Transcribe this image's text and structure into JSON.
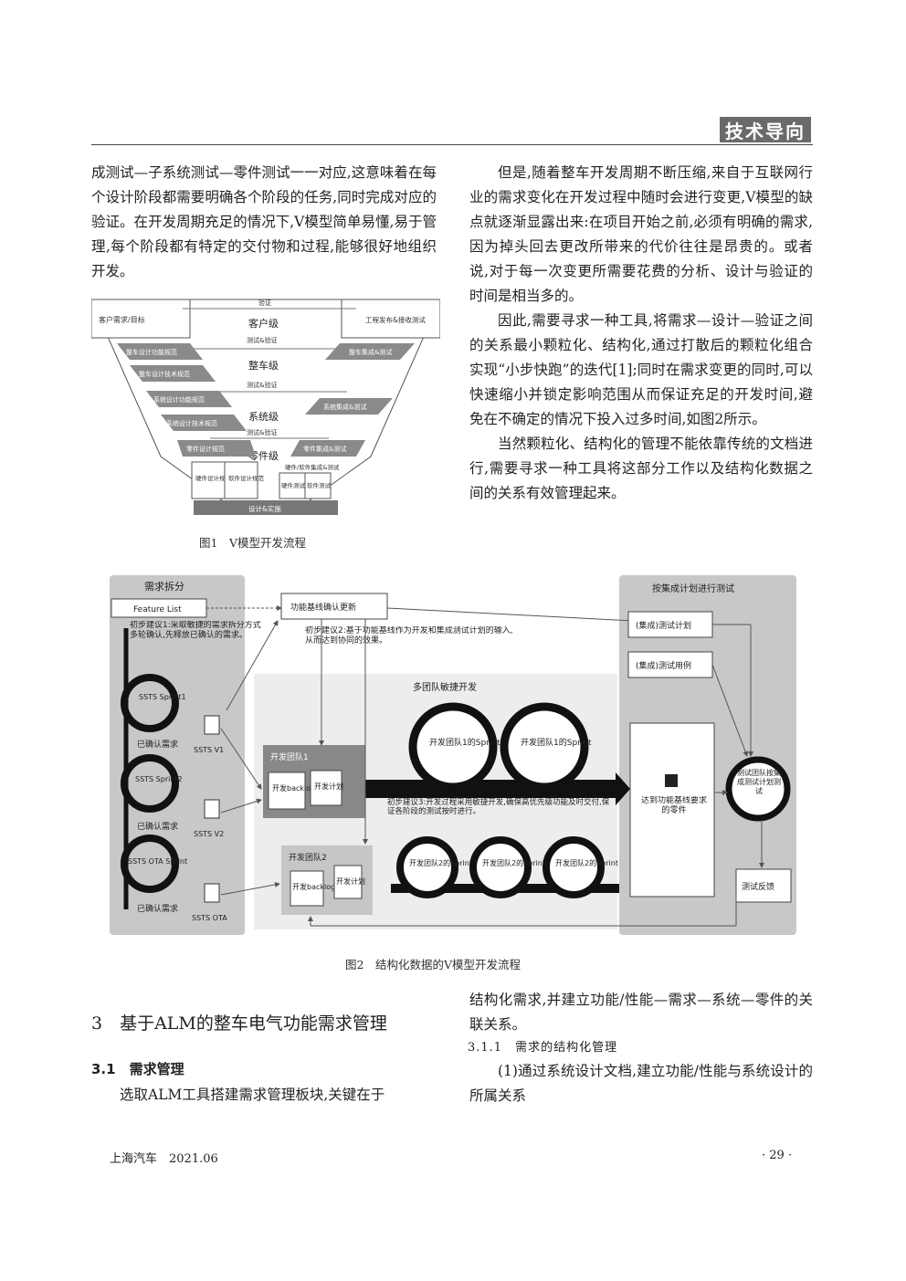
{
  "header": {
    "tag": "技术导向"
  },
  "left_text": [
    "成测试—子系统测试—零件测试一一对应,这意味着在每个设计阶段都需要明确各个阶段的任务,同时完成对应的验证。在开发周期充足的情况下,V模型简单易懂,易于管理,每个阶段都有特定的交付物和过程,能够很好地组织开发。"
  ],
  "right_text": [
    "但是,随着整车开发周期不断压缩,来自于互联网行业的需求变化在开发过程中随时会进行变更,V模型的缺点就逐渐显露出来:在项目开始之前,必须有明确的需求,因为掉头回去更改所带来的代价往往是昂贵的。或者说,对于每一次变更所需要花费的分析、设计与验证的时间是相当多的。",
    "因此,需要寻求一种工具,将需求—设计—验证之间的关系最小颗粒化、结构化,通过打散后的颗粒化组合实现“小步快跑”的迭代[1];同时在需求变更的同时,可以快速缩小并锁定影响范围从而保证充足的开发时间,避免在不确定的情况下投入过多时间,如图2所示。",
    "当然颗粒化、结构化的管理不能依靠传统的文档进行,需要寻求一种工具将这部分工作以及结构化数据之间的关系有效管理起来。"
  ],
  "fig1": {
    "caption": "图1　V模型开发流程",
    "top_label": "验证",
    "left_top": "客户需求/目标",
    "right_top": "工程发布&接收测试",
    "levels": [
      "客户级",
      "整车级",
      "系统级",
      "零件级"
    ],
    "test_labels": [
      "测试&验证",
      "测试&验证",
      "测试&验证",
      "测试&验证"
    ],
    "left_steps": [
      "整车设计功能规范",
      "整车设计技术规范",
      "系统设计功能规范",
      "系统设计技术规范",
      "零件设计规范"
    ],
    "right_steps": [
      "整车集成&测试",
      "系统集成&测试",
      "零件集成&测试",
      "硬件/软件集成&测试"
    ],
    "hw_design": "硬件设计规范",
    "sw_design": "软件设计规范",
    "hw_test": "硬件测试",
    "sw_test": "软件测试",
    "bottom": "设计&实施"
  },
  "fig2": {
    "caption": "图2　结构化数据的V模型开发流程",
    "req_title": "需求拆分",
    "feature_list": "Feature List",
    "note1": "初步建议1:采取敏捷的需求拆分方式多轮确认,先释放已确认的需求。",
    "sprints": [
      "SSTS Sprint1",
      "SSTS Sprint2",
      "SSTS OTA Sprint"
    ],
    "confirmed": [
      "已确认需求",
      "已确认需求",
      "已确认需求"
    ],
    "docs": [
      "SSTS V1",
      "SSTS V2",
      "SSTS OTA"
    ],
    "func_baseline": "功能基线确认更新",
    "note2": "初步建议2:基于功能基线作为开发和集成测试计划的输入,从而达到协同的效果。",
    "agile": "多团队敏捷开发",
    "team1": "开发团队1",
    "team2": "开发团队2",
    "backlog": "开发backlog",
    "plan": "开发计划",
    "team1_sprint": "开发团队1的Sprint",
    "team2_sprint": "开发团队2的Sprint",
    "note3": "初步建议3:开发过程采用敏捷开发,确保高优先级功能及时交付,保证各阶段的测试按时进行。",
    "target": "达到功能基线要求的零件",
    "test_title": "按集成计划进行测试",
    "test_plan": "(集成)测试计划",
    "test_case": "(集成)测试用例",
    "test_team": "测试团队按集成测试计划测试",
    "feedback": "测试反馈"
  },
  "sections": {
    "s3": "3　基于ALM的整车电气功能需求管理",
    "s31": "3.1　需求管理",
    "s31_text": "选取ALM工具搭建需求管理板块,关键在于",
    "s311": "3.1.1　需求的结构化管理",
    "right_bottom": [
      "结构化需求,并建立功能/性能—需求—系统—零件的关联关系。"
    ],
    "s311_text": "(1)通过系统设计文档,建立功能/性能与系统设计的所属关系"
  },
  "footer": {
    "journal": "上海汽车　2021.06",
    "page": "· 29 ·"
  }
}
